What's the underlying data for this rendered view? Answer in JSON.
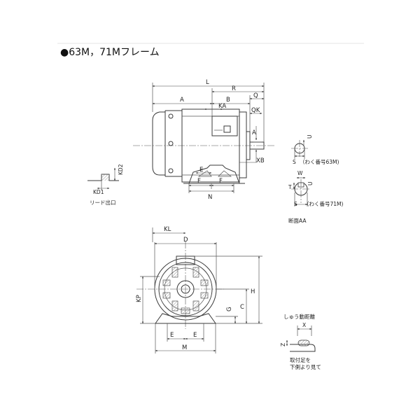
{
  "title": "●63M，71Mフレーム",
  "colors": {
    "line": "#3a3a3a",
    "hatch": "#9a9a9a",
    "ink": "#222222",
    "rule": "#cccccc"
  },
  "side_view": {
    "L": "L",
    "R": "R",
    "A": "A",
    "B": "B",
    "Q": "Q",
    "KA": "KA",
    "QK": "QK",
    "A_vert": "A",
    "XB": "XB",
    "E": "E",
    "F1": "F",
    "F2": "F",
    "N": "N"
  },
  "lead_outlet": {
    "KD2": "KD2",
    "KD1": "KD1",
    "caption": "リード出口"
  },
  "shaft_63": {
    "U": "U",
    "S": "S",
    "caption": "（わく番号63M)"
  },
  "shaft_71": {
    "W": "W",
    "T": "T",
    "U": "U",
    "S": "S",
    "caption": "（わく番号71M)"
  },
  "section_caption": "断面AA",
  "front_view": {
    "KL": "KL",
    "D": "D",
    "KP": "KP",
    "H": "H",
    "C": "C",
    "G": "G",
    "E1": "E",
    "E2": "E",
    "M": "M"
  },
  "slot_detail": {
    "caption": "しゅう動距離",
    "X": "X",
    "Z": "Z",
    "note_line1": "取付足を",
    "note_line2": "下側より見て"
  }
}
